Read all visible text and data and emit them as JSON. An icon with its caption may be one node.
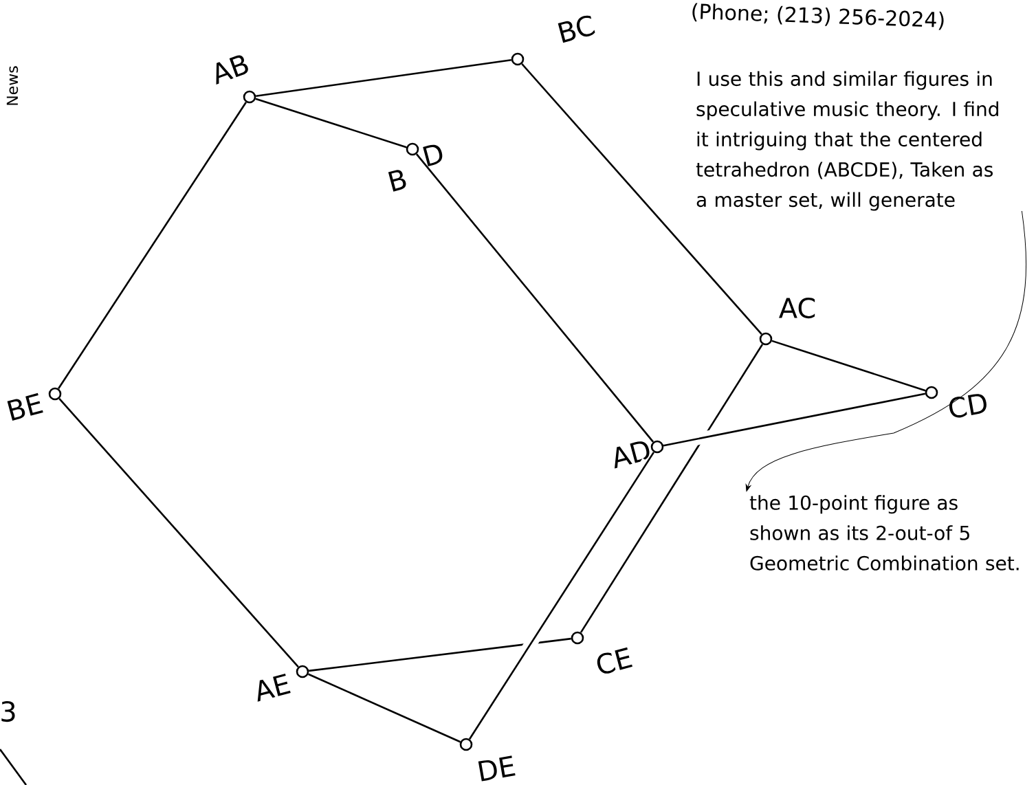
{
  "diagram": {
    "nodes": [
      {
        "text": [],
        "shape": "circle",
        "beside": [
          "AB"
        ]
      },
      {
        "text": [],
        "shape": "circle",
        "beside": [
          "BC"
        ]
      },
      {
        "text": [],
        "shape": "circle",
        "beside": [
          "B",
          "D"
        ]
      },
      {
        "text": [],
        "shape": "circle",
        "beside": [
          "AC"
        ]
      },
      {
        "text": [],
        "shape": "circle",
        "beside": [
          "CD"
        ]
      },
      {
        "text": [],
        "shape": "circle",
        "beside": [
          "BE"
        ]
      },
      {
        "text": [],
        "shape": "circle",
        "beside": [
          "AD"
        ]
      },
      {
        "text": [],
        "shape": "circle",
        "beside": [
          "CE"
        ]
      },
      {
        "text": [],
        "shape": "circle",
        "beside": [
          "AE"
        ]
      },
      {
        "text": [],
        "shape": "circle",
        "beside": [
          "DE"
        ]
      },
      {
        "text": [
          "I use this and similar figures in speculative music theory. I find it intriguing that the centered tetrahedron (ABCDE), Taken as a master set, will generate"
        ]
      },
      {
        "text": [
          "the 10-point figure as shown as its 2-out-of 5 Geometric Combination set."
        ]
      }
    ],
    "edges": [
      {
        "from": 0,
        "to": 1,
        "arrow": "none"
      },
      {
        "from": 0,
        "to": 2,
        "arrow": "none"
      },
      {
        "from": 1,
        "to": 3,
        "arrow": "none"
      },
      {
        "from": 2,
        "to": 6,
        "arrow": "none"
      },
      {
        "from": 0,
        "to": 5,
        "arrow": "none"
      },
      {
        "from": 5,
        "to": 8,
        "arrow": "none"
      },
      {
        "from": 3,
        "to": 4,
        "arrow": "none"
      },
      {
        "from": 3,
        "to": 7,
        "arrow": "none"
      },
      {
        "from": 8,
        "to": 7,
        "arrow": "none"
      },
      {
        "from": 4,
        "to": 6,
        "arrow": "none"
      },
      {
        "from": 6,
        "to": 9,
        "arrow": "none"
      },
      {
        "from": 8,
        "to": 9,
        "arrow": "none"
      },
      {
        "from": 10,
        "to": 11,
        "arrow": "to"
      }
    ],
    "labels": [
      "(Phone; (213) 256-2024)",
      "News",
      "3"
    ]
  }
}
